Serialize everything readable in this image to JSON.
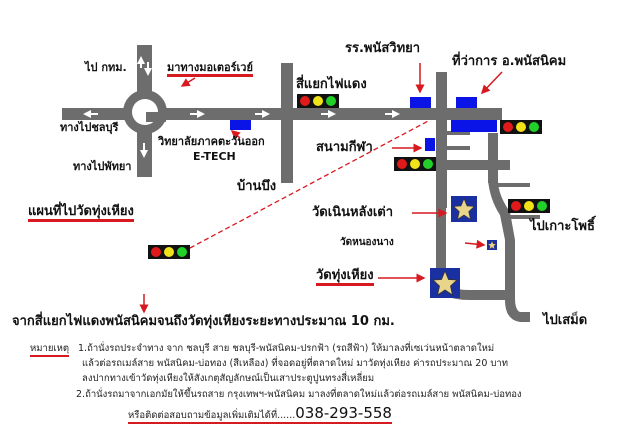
{
  "title": "แผนที่ไปวัดทุ่งเหียง",
  "labels": {
    "to_bangkok": "ไป กทม.",
    "motorway": "มาทางมอเตอร์เวย์",
    "to_chonburi": "ทางไปชลบุรี",
    "to_pattaya": "ทางไปพัทยา",
    "college": "วิทยาลัยภาคตะวันออก",
    "college_short": "E-TECH",
    "ban_bueng": "บ้านบึง",
    "intersection": "สี่แยกไฟแดง",
    "school": "รร.พนัสวิทยา",
    "district_office": "ที่ว่าการ อ.พนัสนิคม",
    "stadium": "สนามกีฬา",
    "wat_noen_lang_tao": "วัดเนินหลังเต่า",
    "wat_nong_nang": "วัดหนองนาง",
    "wat_thung_hiang": "วัดทุ่งเหียง",
    "to_ko_pho": "ไปเกาะโพธิ์",
    "to_samet": "ไปเสม็ด"
  },
  "headline": "จากสี่แยกไฟแดงพนัสนิคมจนถึงวัดทุ่งเหียงระยะทางประมาณ 10 กม.",
  "notes": {
    "heading": "หมายเหตุ",
    "line1": "1.ถ้านั่งรถประจำทาง จาก ชลบุรี สาย ชลบุรี-พนัสนิคม-ปรกฟ้า (รถสีฟ้า) ให้มาลงที่เซเว่นหน้าตลาดใหม่",
    "line2": "แล้วต่อรถเมล์สาย พนัสนิคม-บ่อทอง (สีเหลือง) ที่จอดอยู่ที่ตลาดใหม่ มาวัดทุ่งเหียง ค่ารถประมาณ 20 บาท",
    "line3": "ลงปากทางเข้าวัดทุ่งเหียงให้สังเกตุสัญลักษณ์เป็นเสาประตูปูนทรงสี่เหลี่ยม",
    "line4": "2.ถ้านั่งรถมาจากเอกมัยให้ขึ้นรถสาย กรุงเทพฯ-พนัสนิคม มาลงที่ตลาดใหม่แล้วต่อรถเมล์สาย พนัสนิคม-บ่อทอง",
    "contact": "หรือติดต่อสอบถามข้อมูลเพิ่มเติมได้ที่......",
    "phone": "038-293-558"
  },
  "colors": {
    "road": "#6d6d6d",
    "building": "#0a14e6",
    "accent": "#d71920",
    "star_bg": "#1a2fa0",
    "star": "#e8d48a"
  }
}
